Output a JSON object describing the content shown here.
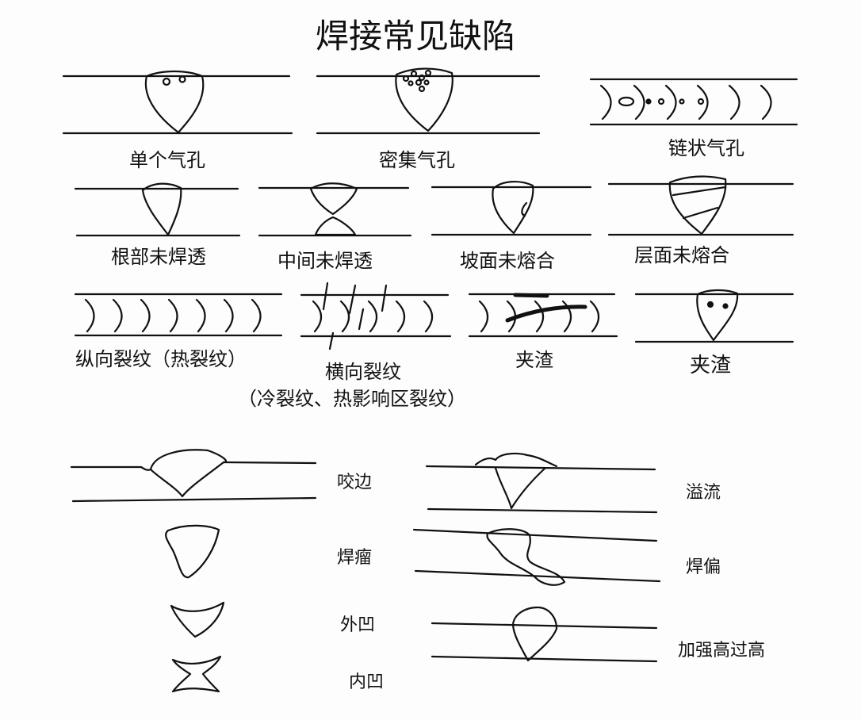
{
  "title": "焊接常见缺陷",
  "labels": {
    "single_pore": "单个气孔",
    "dense_pores": "密集气孔",
    "chain_pores": "链状气孔",
    "root_lack_penetration": "根部未焊透",
    "middle_lack_penetration": "中间未焊透",
    "groove_lack_fusion": "坡面未熔合",
    "interlayer_lack_fusion": "层面未熔合",
    "longitudinal_crack": "纵向裂纹（热裂纹）",
    "transverse_crack": "横向裂纹",
    "transverse_crack_note": "（冷裂纹、热影响区裂纹）",
    "slag_inclusion_a": "夹渣",
    "slag_inclusion_b": "夹渣",
    "undercut": "咬边",
    "overlap": "溢流",
    "weld_bead_lump": "焊瘤",
    "weld_misalignment": "焊偏",
    "external_concave": "外凹",
    "excess_reinforcement": "加强高过高",
    "internal_concave": "内凹"
  }
}
